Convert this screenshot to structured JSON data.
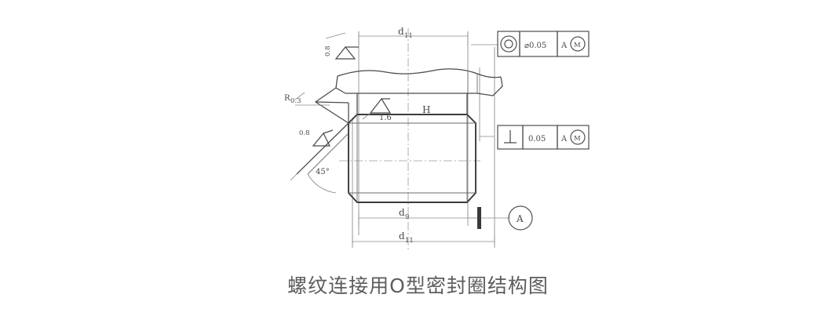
{
  "figure": {
    "caption": "螺纹连接用O型密封圈结构图",
    "type": "engineering-drawing",
    "background_color": "#ffffff",
    "line_color": "#4a4a4a",
    "caption_color": "#5d5d5d"
  },
  "dimensions": {
    "top_diameter_label": "d11",
    "top_diameter_sub": "11",
    "top_diameter_base": "d",
    "bottom_inner_label_base": "d",
    "bottom_inner_label_sub": "9",
    "bottom_outer_label_base": "d",
    "bottom_outer_label_sub": "11",
    "height_label": "H",
    "angle_label": "45°",
    "radius_label": "R0.3",
    "radius_base": "R",
    "radius_value": "0.3"
  },
  "surface_finish": {
    "top_left_value": "0.8",
    "chamfer_value": "0.8",
    "bore_value": "1.6"
  },
  "feature_control_frames": [
    {
      "id": "concentricity-frame",
      "symbol_name": "concentricity-icon",
      "symbol_text": "◎",
      "tolerance": "⌀0.05",
      "tolerance_value": "0.05",
      "diameter_prefix": "⌀",
      "datum": "A",
      "modifier": "M"
    },
    {
      "id": "perpendicularity-frame",
      "symbol_name": "perpendicularity-icon",
      "symbol_text": "⊥",
      "tolerance": "0.05",
      "tolerance_value": "0.05",
      "diameter_prefix": "",
      "datum": "A",
      "modifier": "M"
    }
  ],
  "datum_feature": {
    "label": "A",
    "name": "datum-a"
  }
}
